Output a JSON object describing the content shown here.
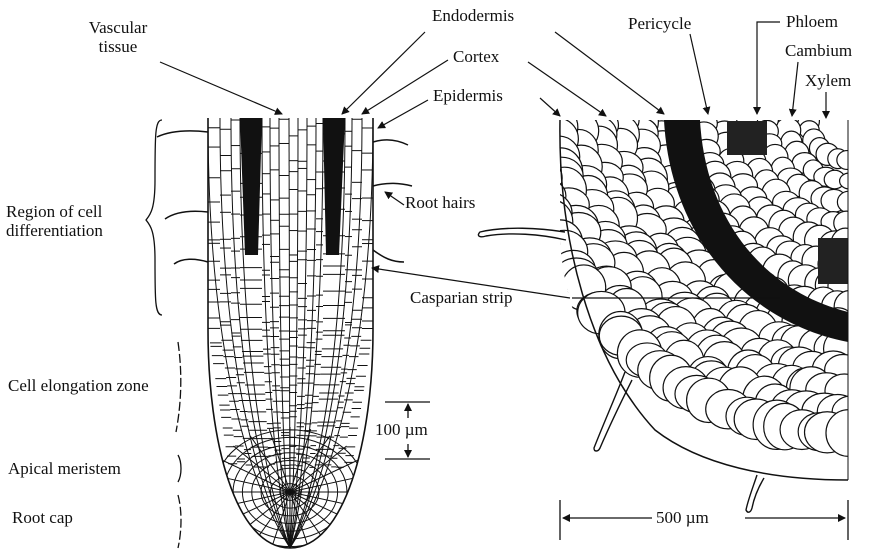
{
  "labels": {
    "vascular_tissue": "Vascular tissue",
    "endodermis": "Endodermis",
    "cortex": "Cortex",
    "epidermis": "Epidermis",
    "pericycle": "Pericycle",
    "phloem": "Phloem",
    "cambium": "Cambium",
    "xylem": "Xylem",
    "root_hairs": "Root hairs",
    "region_of_cell_differentiation": "Region of cell differentiation",
    "casparian_strip": "Casparian strip",
    "cell_elongation_zone": "Cell elongation zone",
    "apical_meristem": "Apical meristem",
    "root_cap": "Root cap"
  },
  "scale_bars": {
    "longitudinal": "100 µm",
    "cross_section": "500 µm"
  },
  "colors": {
    "ink": "#111111",
    "background": "#ffffff"
  }
}
